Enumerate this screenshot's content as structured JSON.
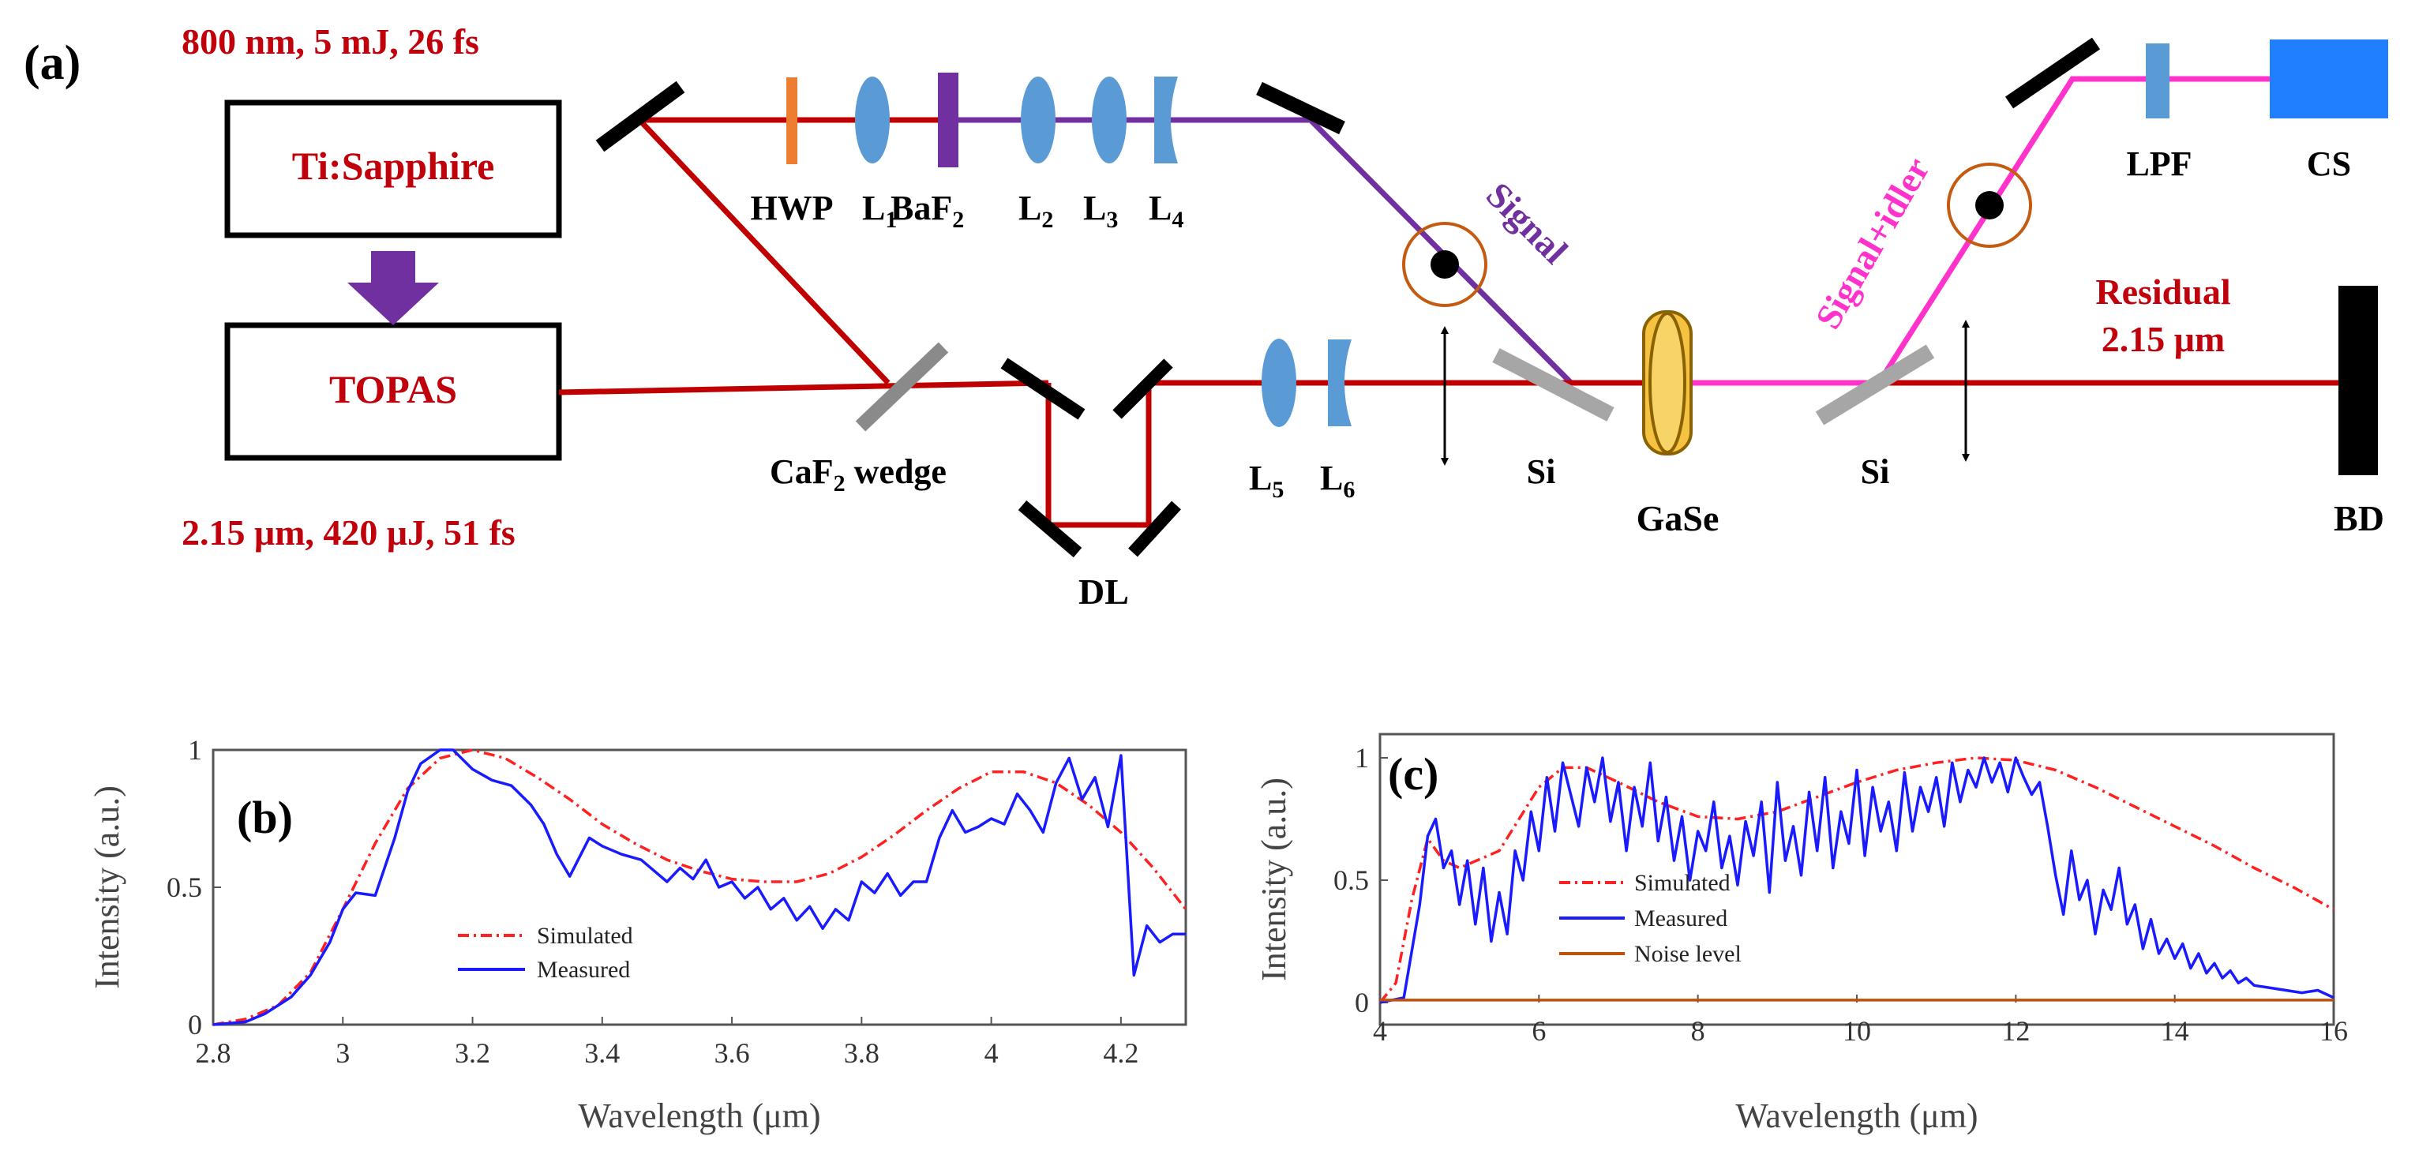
{
  "panel_a": {
    "label": "(a)",
    "pump_spec": "800 nm, 5 mJ, 26 fs",
    "topas_spec": "2.15 μm, 420 μJ, 51 fs",
    "ti_sapphire": "Ti:Sapphire",
    "topas": "TOPAS",
    "hwp": "HWP",
    "l1_main": "L",
    "l1_sub": "1",
    "baf2_main": "BaF",
    "baf2_sub": "2",
    "l2_main": "L",
    "l2_sub": "2",
    "l3_main": "L",
    "l3_sub": "3",
    "l4_main": "L",
    "l4_sub": "4",
    "signal": "Signal",
    "signal_idler": "Signal+idler",
    "lpf": "LPF",
    "cs": "CS",
    "residual": "Residual",
    "residual_wl": "2.15 μm",
    "caf2_main": "CaF",
    "caf2_sub": "2",
    "caf2_rest": " wedge",
    "dl": "DL",
    "l5_main": "L",
    "l5_sub": "5",
    "l6_main": "L",
    "l6_sub": "6",
    "si1": "Si",
    "gase": "GaSe",
    "si2": "Si",
    "bd": "BD",
    "colors": {
      "red_beam": "#c00000",
      "signal_beam": "#7030a0",
      "idler_beam": "#ff33cc",
      "optic_blue": "#5b9bd5",
      "hwp_orange": "#ed7d31",
      "gase_yellow": "#f5c242",
      "cs_blue": "#1f7fff"
    }
  },
  "panel_b": {
    "label": "(b)",
    "ylabel": "Intensity (a.u.)",
    "xlabel": "Wavelength (μm)",
    "legend": [
      "Simulated",
      "Measured"
    ],
    "chart_data": {
      "type": "line",
      "xlim": [
        2.8,
        4.3
      ],
      "ylim": [
        0,
        1
      ],
      "xticks": [
        "2.8",
        "3",
        "3.2",
        "3.4",
        "3.6",
        "3.8",
        "4",
        "4.2"
      ],
      "yticks": [
        "0",
        "0.5",
        "1"
      ],
      "series": [
        {
          "name": "Simulated",
          "color": "#ff2020",
          "style": "dashdot",
          "x": [
            2.8,
            2.85,
            2.9,
            2.95,
            3.0,
            3.05,
            3.1,
            3.15,
            3.2,
            3.25,
            3.3,
            3.35,
            3.4,
            3.45,
            3.5,
            3.55,
            3.6,
            3.65,
            3.7,
            3.75,
            3.8,
            3.85,
            3.9,
            3.95,
            4.0,
            4.05,
            4.1,
            4.15,
            4.2,
            4.25,
            4.3
          ],
          "y": [
            0.0,
            0.02,
            0.07,
            0.19,
            0.42,
            0.66,
            0.86,
            0.97,
            1.0,
            0.97,
            0.9,
            0.82,
            0.73,
            0.66,
            0.6,
            0.56,
            0.53,
            0.52,
            0.52,
            0.55,
            0.61,
            0.69,
            0.78,
            0.86,
            0.92,
            0.92,
            0.88,
            0.8,
            0.7,
            0.57,
            0.42
          ]
        },
        {
          "name": "Measured",
          "color": "#1a1aff",
          "style": "solid",
          "x": [
            2.8,
            2.85,
            2.88,
            2.92,
            2.95,
            2.98,
            3.0,
            3.02,
            3.05,
            3.08,
            3.1,
            3.12,
            3.15,
            3.17,
            3.2,
            3.23,
            3.26,
            3.29,
            3.31,
            3.33,
            3.35,
            3.38,
            3.4,
            3.43,
            3.46,
            3.48,
            3.5,
            3.52,
            3.54,
            3.56,
            3.58,
            3.6,
            3.62,
            3.64,
            3.66,
            3.68,
            3.7,
            3.72,
            3.74,
            3.76,
            3.78,
            3.8,
            3.82,
            3.84,
            3.86,
            3.88,
            3.9,
            3.92,
            3.94,
            3.96,
            3.98,
            4.0,
            4.02,
            4.04,
            4.06,
            4.08,
            4.1,
            4.12,
            4.14,
            4.16,
            4.18,
            4.2,
            4.22,
            4.24,
            4.26,
            4.28,
            4.3
          ],
          "y": [
            0.0,
            0.01,
            0.04,
            0.1,
            0.18,
            0.3,
            0.42,
            0.48,
            0.47,
            0.68,
            0.85,
            0.95,
            1.0,
            1.0,
            0.93,
            0.89,
            0.87,
            0.8,
            0.73,
            0.62,
            0.54,
            0.68,
            0.65,
            0.62,
            0.6,
            0.56,
            0.52,
            0.57,
            0.53,
            0.6,
            0.5,
            0.52,
            0.46,
            0.5,
            0.42,
            0.46,
            0.38,
            0.43,
            0.35,
            0.42,
            0.38,
            0.52,
            0.48,
            0.55,
            0.47,
            0.52,
            0.52,
            0.68,
            0.78,
            0.7,
            0.72,
            0.75,
            0.73,
            0.84,
            0.78,
            0.7,
            0.88,
            0.97,
            0.82,
            0.9,
            0.72,
            0.98,
            0.18,
            0.36,
            0.3,
            0.33,
            0.33
          ]
        }
      ]
    }
  },
  "panel_c": {
    "label": "(c)",
    "ylabel": "Intensity (a.u.)",
    "xlabel": "Wavelength (μm)",
    "legend": [
      "Simulated",
      "Measured",
      "Noise level"
    ],
    "chart_data": {
      "type": "line",
      "xlim": [
        4,
        16
      ],
      "ylim": [
        0,
        1
      ],
      "xticks": [
        "4",
        "6",
        "8",
        "10",
        "12",
        "14",
        "16"
      ],
      "yticks": [
        "0",
        "0.5",
        "1"
      ],
      "series": [
        {
          "name": "Simulated",
          "color": "#ff2020",
          "style": "dashdot",
          "x": [
            4.0,
            4.2,
            4.4,
            4.6,
            4.8,
            5.0,
            5.5,
            6.0,
            6.3,
            6.6,
            7.0,
            7.5,
            8.0,
            8.5,
            9.0,
            9.5,
            10.0,
            10.5,
            11.0,
            11.5,
            12.0,
            12.5,
            13.0,
            13.5,
            14.0,
            14.5,
            15.0,
            15.5,
            16.0
          ],
          "y": [
            0.0,
            0.08,
            0.42,
            0.67,
            0.58,
            0.55,
            0.62,
            0.88,
            0.96,
            0.96,
            0.9,
            0.82,
            0.76,
            0.75,
            0.78,
            0.84,
            0.9,
            0.95,
            0.98,
            1.0,
            0.99,
            0.95,
            0.88,
            0.8,
            0.72,
            0.64,
            0.55,
            0.47,
            0.38
          ]
        },
        {
          "name": "Measured",
          "color": "#1a1aff",
          "style": "solid",
          "x": [
            4.0,
            4.3,
            4.5,
            4.6,
            4.7,
            4.8,
            4.9,
            5.0,
            5.1,
            5.2,
            5.3,
            5.4,
            5.5,
            5.6,
            5.7,
            5.8,
            5.9,
            6.0,
            6.1,
            6.2,
            6.3,
            6.4,
            6.5,
            6.6,
            6.7,
            6.8,
            6.9,
            7.0,
            7.1,
            7.2,
            7.3,
            7.4,
            7.5,
            7.6,
            7.7,
            7.8,
            7.9,
            8.0,
            8.1,
            8.2,
            8.3,
            8.4,
            8.5,
            8.6,
            8.7,
            8.8,
            8.9,
            9.0,
            9.1,
            9.2,
            9.3,
            9.4,
            9.5,
            9.6,
            9.7,
            9.8,
            9.9,
            10.0,
            10.1,
            10.2,
            10.3,
            10.4,
            10.5,
            10.6,
            10.7,
            10.8,
            10.9,
            11.0,
            11.1,
            11.2,
            11.3,
            11.4,
            11.5,
            11.6,
            11.7,
            11.8,
            11.9,
            12.0,
            12.1,
            12.2,
            12.3,
            12.4,
            12.5,
            12.6,
            12.7,
            12.8,
            12.9,
            13.0,
            13.1,
            13.2,
            13.3,
            13.4,
            13.5,
            13.6,
            13.7,
            13.8,
            13.9,
            14.0,
            14.1,
            14.2,
            14.3,
            14.4,
            14.5,
            14.6,
            14.7,
            14.8,
            14.9,
            15.0,
            15.2,
            15.4,
            15.6,
            15.8,
            16.0
          ],
          "y": [
            0.0,
            0.02,
            0.4,
            0.68,
            0.75,
            0.55,
            0.62,
            0.4,
            0.58,
            0.32,
            0.55,
            0.25,
            0.45,
            0.28,
            0.62,
            0.5,
            0.78,
            0.62,
            0.92,
            0.7,
            0.98,
            0.85,
            0.72,
            0.96,
            0.82,
            1.0,
            0.74,
            0.9,
            0.62,
            0.88,
            0.72,
            0.98,
            0.66,
            0.84,
            0.58,
            0.76,
            0.5,
            0.7,
            0.62,
            0.82,
            0.55,
            0.68,
            0.48,
            0.74,
            0.6,
            0.82,
            0.45,
            0.9,
            0.58,
            0.72,
            0.52,
            0.86,
            0.62,
            0.92,
            0.55,
            0.78,
            0.65,
            0.95,
            0.6,
            0.88,
            0.7,
            0.82,
            0.62,
            0.94,
            0.7,
            0.88,
            0.78,
            0.92,
            0.72,
            0.98,
            0.82,
            0.95,
            0.88,
            1.0,
            0.9,
            0.98,
            0.86,
            1.0,
            0.92,
            0.85,
            0.9,
            0.72,
            0.52,
            0.36,
            0.62,
            0.42,
            0.5,
            0.28,
            0.46,
            0.38,
            0.55,
            0.32,
            0.4,
            0.22,
            0.34,
            0.2,
            0.26,
            0.18,
            0.24,
            0.14,
            0.2,
            0.12,
            0.16,
            0.1,
            0.13,
            0.08,
            0.1,
            0.07,
            0.06,
            0.05,
            0.04,
            0.05,
            0.02
          ]
        },
        {
          "name": "Noise level",
          "color": "#c0500a",
          "style": "solid",
          "x": [
            4.0,
            16.0
          ],
          "y": [
            0.01,
            0.01
          ]
        }
      ]
    }
  }
}
